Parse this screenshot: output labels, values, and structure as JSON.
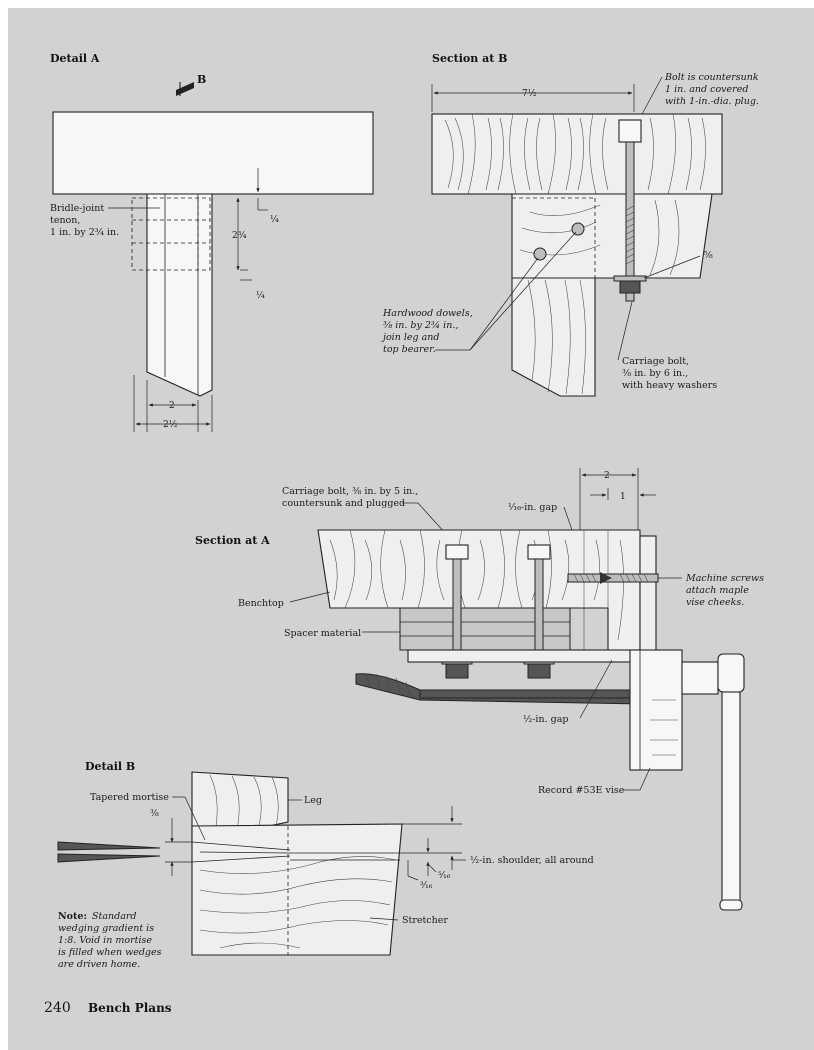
{
  "detail_a": {
    "title": "Detail A",
    "section_marker": "B",
    "tenon_label_1": "Bridle-joint",
    "tenon_label_2": "tenon,",
    "tenon_label_3": "1 in. by 2¾ in.",
    "dim_depth": "2¾",
    "dim_quarter_top": "¼",
    "dim_quarter_bottom": "¼",
    "dim_width_inner": "2",
    "dim_width_outer": "2½"
  },
  "section_b": {
    "title": "Section at B",
    "dim_width": "7½",
    "bolt_note_1": "Bolt is countersunk",
    "bolt_note_2": "1 in. and covered",
    "bolt_note_3": "with 1-in.-dia. plug.",
    "dim_five_eighths": "⅝",
    "dowel_note_1": "Hardwood dowels,",
    "dowel_note_2": "⅜ in. by 2¾ in.,",
    "dowel_note_3": "join leg and",
    "dowel_note_4": "top bearer.",
    "carriage_1": "Carriage bolt,",
    "carriage_2": "⅜ in. by 6 in.,",
    "carriage_3": "with heavy washers"
  },
  "section_a": {
    "title": "Section at A",
    "carriage_1": "Carriage bolt, ⅜ in. by 5 in.,",
    "carriage_2": "countersunk and plugged",
    "gap_label": "¹⁄₁₆-in. gap",
    "dim_two": "2",
    "dim_one": "1",
    "benchtop": "Benchtop",
    "spacer": "Spacer material",
    "machine_1": "Machine screws",
    "machine_2": "attach maple",
    "machine_3": "vise cheeks.",
    "half_gap": "½-in. gap",
    "vise": "Record #53E vise"
  },
  "detail_b": {
    "title": "Detail B",
    "mortise": "Tapered mortise",
    "leg": "Leg",
    "dim_three_eighths": "⅜",
    "shoulder": "½-in. shoulder, all around",
    "dim_five_sixteenths": "⁵⁄₁₆",
    "dim_three_sixteenths": "³⁄₁₆",
    "stretcher": "Stretcher",
    "note_label": "Note:",
    "note_1": "Standard",
    "note_2": "wedging gradient is",
    "note_3": "1:8. Void in mortise",
    "note_4": "is filled when wedges",
    "note_5": "are driven home."
  },
  "footer": {
    "page_number": "240",
    "book_title": "Bench Plans"
  }
}
